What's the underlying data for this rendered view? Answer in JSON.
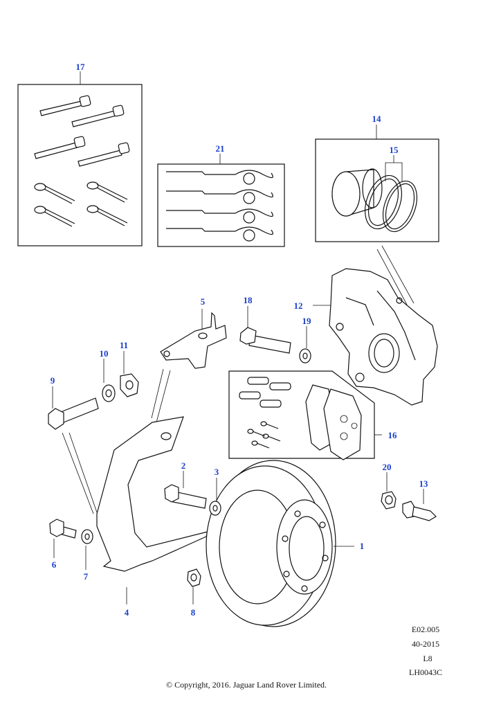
{
  "callouts": {
    "c1": "1",
    "c2": "2",
    "c3": "3",
    "c4": "4",
    "c5": "5",
    "c6": "6",
    "c7": "7",
    "c8": "8",
    "c9": "9",
    "c10": "10",
    "c11": "11",
    "c12": "12",
    "c13": "13",
    "c14": "14",
    "c15": "15",
    "c16": "16",
    "c17": "17",
    "c18": "18",
    "c19": "19",
    "c20": "20",
    "c21": "21"
  },
  "reference": {
    "line1": "E02.005",
    "line2": "40-2015",
    "line3": "L8",
    "line4": "LH0043C"
  },
  "copyright": "© Copyright, 2016. Jaguar Land Rover Limited.",
  "colors": {
    "callout": "#1a3fc9",
    "line": "#111111",
    "background": "#ffffff"
  }
}
